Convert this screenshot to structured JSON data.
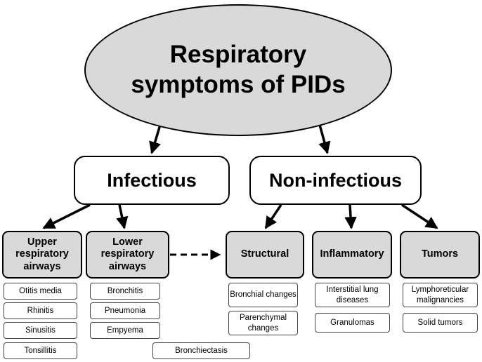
{
  "root": {
    "title": "Respiratory symptoms of PIDs"
  },
  "categories": {
    "infectious": "Infectious",
    "noninfectious": "Non-infectious"
  },
  "subcategories": {
    "upper": "Upper respiratory airways",
    "lower": "Lower respiratory airways",
    "structural": "Structural",
    "inflammatory": "Inflammatory",
    "tumors": "Tumors"
  },
  "leaves": {
    "upper": [
      "Otitis media",
      "Rhinitis",
      "Sinusitis",
      "Tonsillitis"
    ],
    "lower": [
      "Bronchitis",
      "Pneumonia",
      "Empyema"
    ],
    "bronchiectasis": "Bronchiectasis",
    "structural": [
      "Bronchial changes",
      "Parenchymal changes"
    ],
    "inflammatory": [
      "Interstitial lung diseases",
      "Granulomas"
    ],
    "tumors": [
      "Lymphoreticular malignancies",
      "Solid tumors"
    ]
  },
  "colors": {
    "shaded_fill": "#d9d9d9",
    "stroke": "#000000"
  }
}
